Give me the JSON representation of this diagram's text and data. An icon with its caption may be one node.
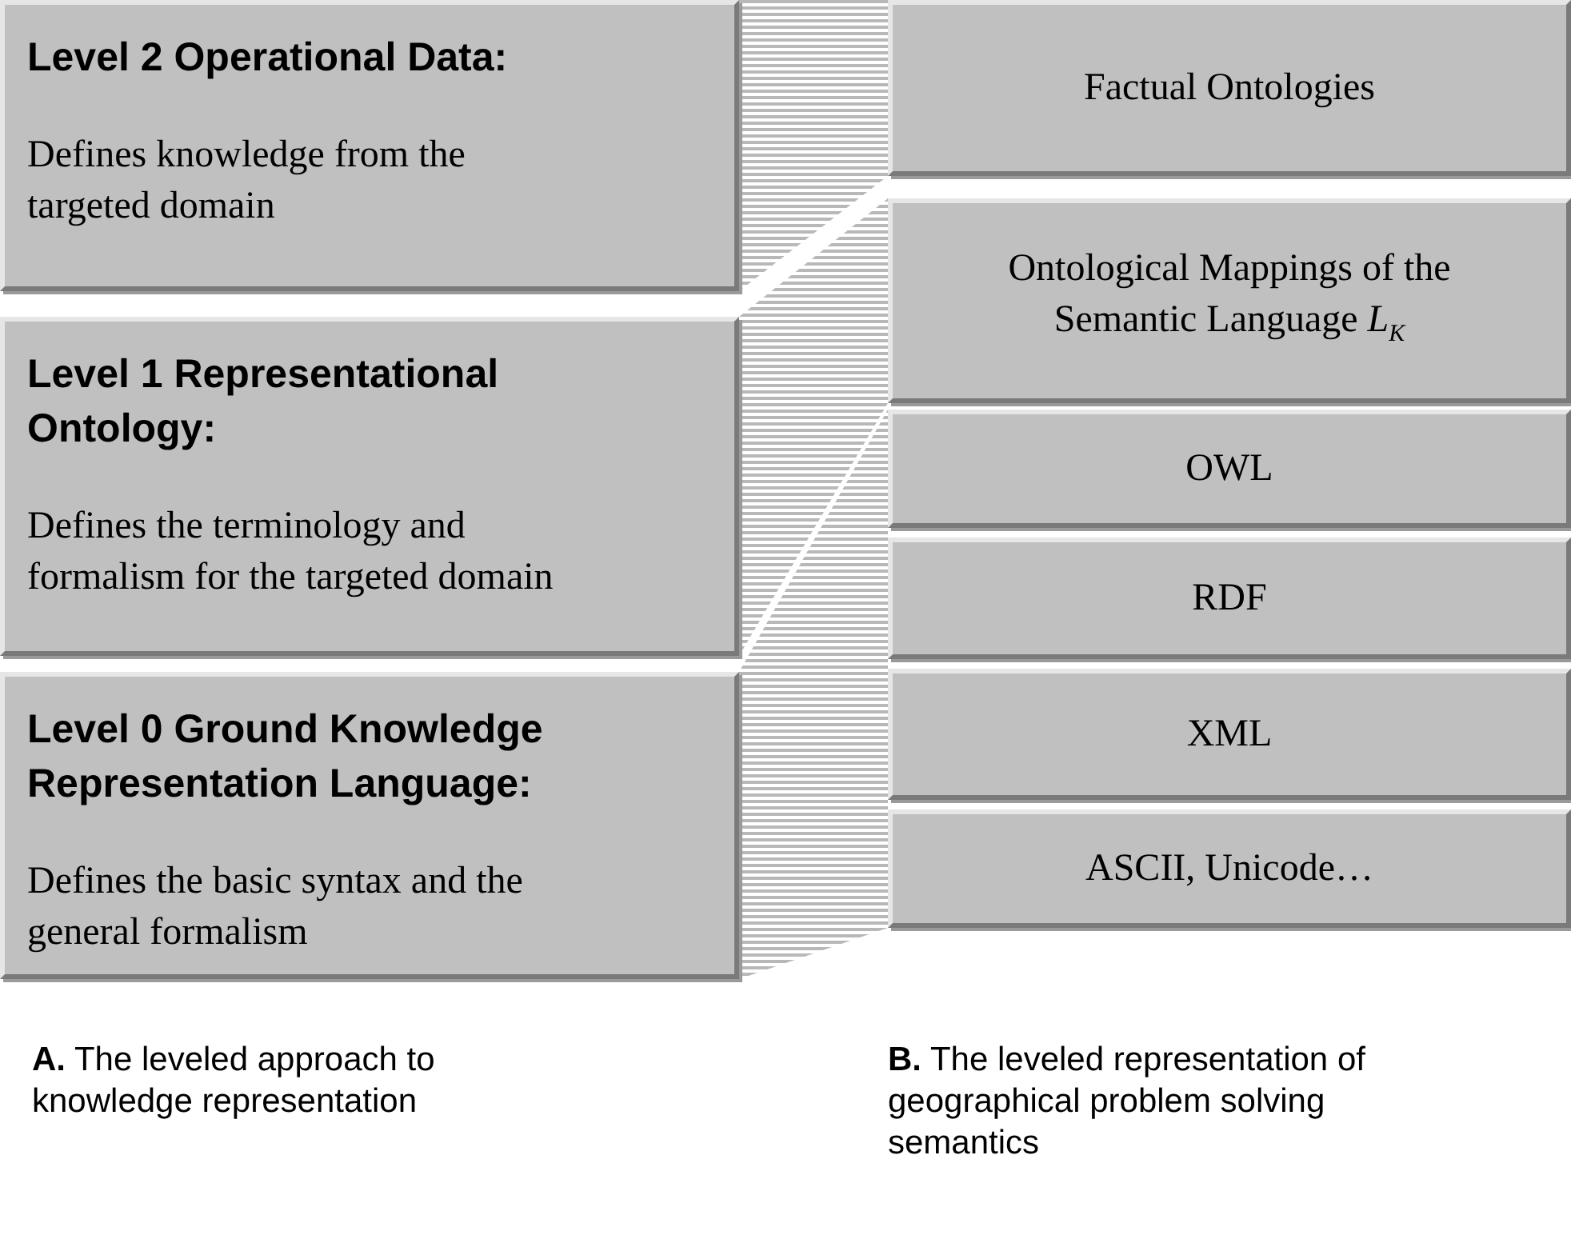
{
  "diagram": {
    "nodes": [
      {
        "text": [
          "Level 2 Operational Data:",
          "Defines knowledge from the targeted domain"
        ]
      },
      {
        "text": [
          "Level 1 Representational Ontology:",
          "Defines the terminology and formalism for the targeted domain"
        ]
      },
      {
        "text": [
          "Level 0 Ground Knowledge Representation Language:",
          "Defines the basic syntax and the general formalism"
        ]
      },
      {
        "text": [
          "Factual Ontologies"
        ]
      },
      {
        "text": [
          "Ontological Mappings of the Semantic Language *L*$_{K}$"
        ]
      },
      {
        "text": [
          "OWL"
        ]
      },
      {
        "text": [
          "RDF"
        ]
      },
      {
        "text": [
          "XML"
        ]
      },
      {
        "text": [
          "ASCII, Unicode…"
        ]
      }
    ],
    "edges": [
      {
        "from": 0,
        "to": 3,
        "arrow": "none"
      },
      {
        "from": 1,
        "to": 4,
        "arrow": "none"
      },
      {
        "from": 2,
        "to": 5,
        "arrow": "none"
      },
      {
        "from": 2,
        "to": 6,
        "arrow": "none"
      },
      {
        "from": 2,
        "to": 7,
        "arrow": "none"
      },
      {
        "from": 2,
        "to": 8,
        "arrow": "none"
      }
    ],
    "labels": [
      "**A.** The leveled approach to knowledge representation",
      "**B.** The leveled representation of geographical problem solving semantics"
    ]
  }
}
